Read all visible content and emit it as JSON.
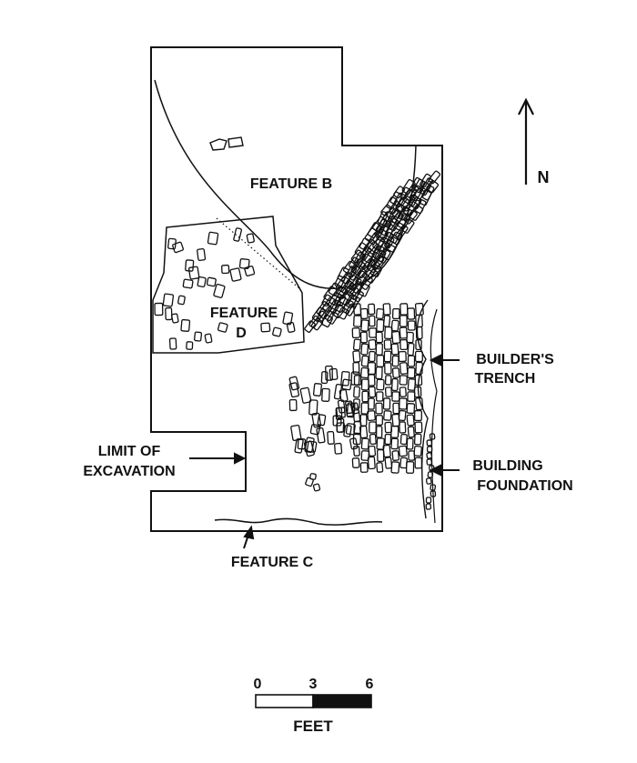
{
  "labels": {
    "feature_b": "FEATURE B",
    "feature_d_line1": "FEATURE",
    "feature_d_line2": "D",
    "feature_c": "FEATURE C",
    "limit_line1": "LIMIT OF",
    "limit_line2": "EXCAVATION",
    "builders_line1": "BUILDER'S",
    "builders_line2": "TRENCH",
    "building_line1": "BUILDING",
    "building_line2": "FOUNDATION",
    "north": "N"
  },
  "scale_bar": {
    "ticks": [
      "0",
      "3",
      "6"
    ],
    "unit": "FEET"
  },
  "colors": {
    "ink": "#111111",
    "paper": "#ffffff"
  }
}
